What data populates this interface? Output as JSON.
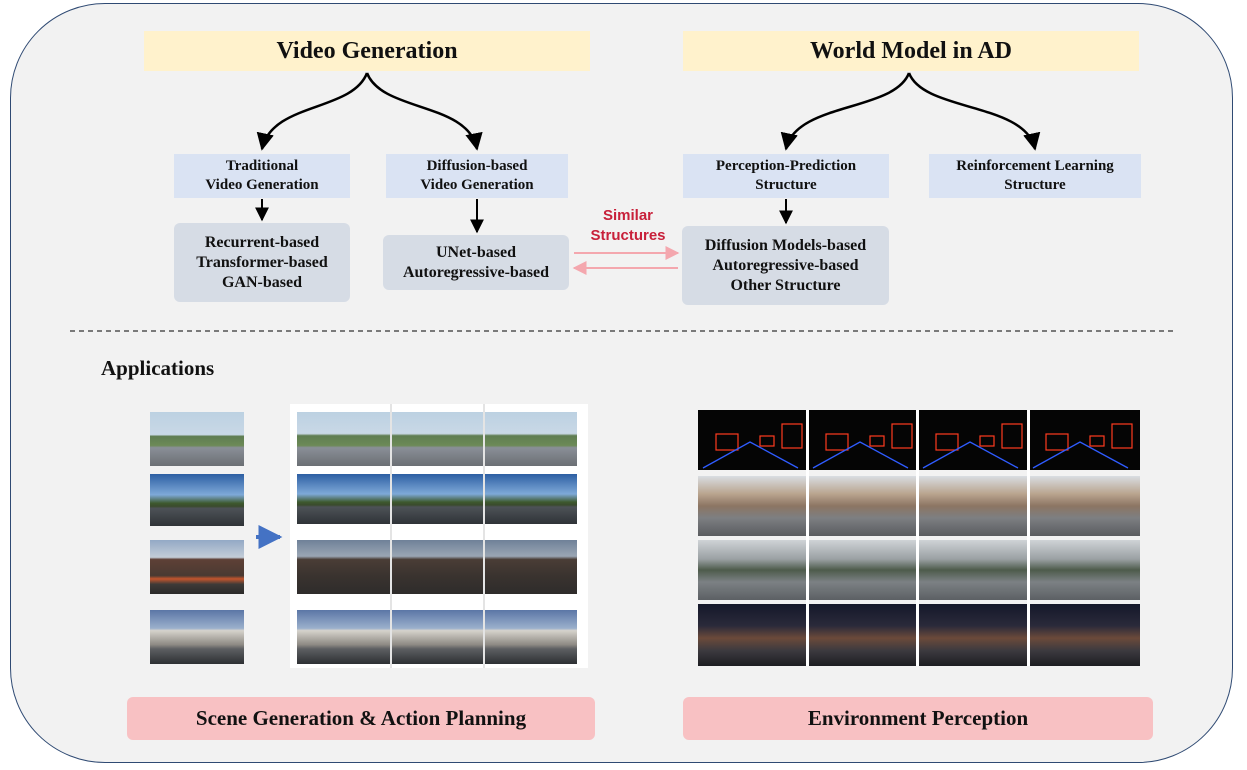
{
  "top": {
    "left_title": "Video Generation",
    "right_title": "World Model in AD",
    "left_branches": [
      {
        "label": "Traditional\nVideo Generation",
        "methods": "Recurrent-based\nTransformer-based\nGAN-based"
      },
      {
        "label": "Diffusion-based\nVideo Generation",
        "methods": "UNet-based\nAutoregressive-based"
      }
    ],
    "right_branches": [
      {
        "label": "Perception-Prediction\nStructure",
        "methods": "Diffusion Models-based\nAutoregressive-based\nOther Structure"
      },
      {
        "label": "Reinforcement Learning\nStructure"
      }
    ],
    "link_label": "Similar\nStructures"
  },
  "applications": {
    "heading": "Applications",
    "left_caption": "Scene Generation & Action Planning",
    "right_caption": "Environment Perception"
  },
  "colors": {
    "title_fill": "#fff2cc",
    "branch_fill": "#dae3f3",
    "method_fill": "#d6dce5",
    "caption_fill": "#f8c1c3",
    "link_text": "#c8203a",
    "link_arrows": "#f4a7ae",
    "panel_border": "#2f4a73"
  }
}
